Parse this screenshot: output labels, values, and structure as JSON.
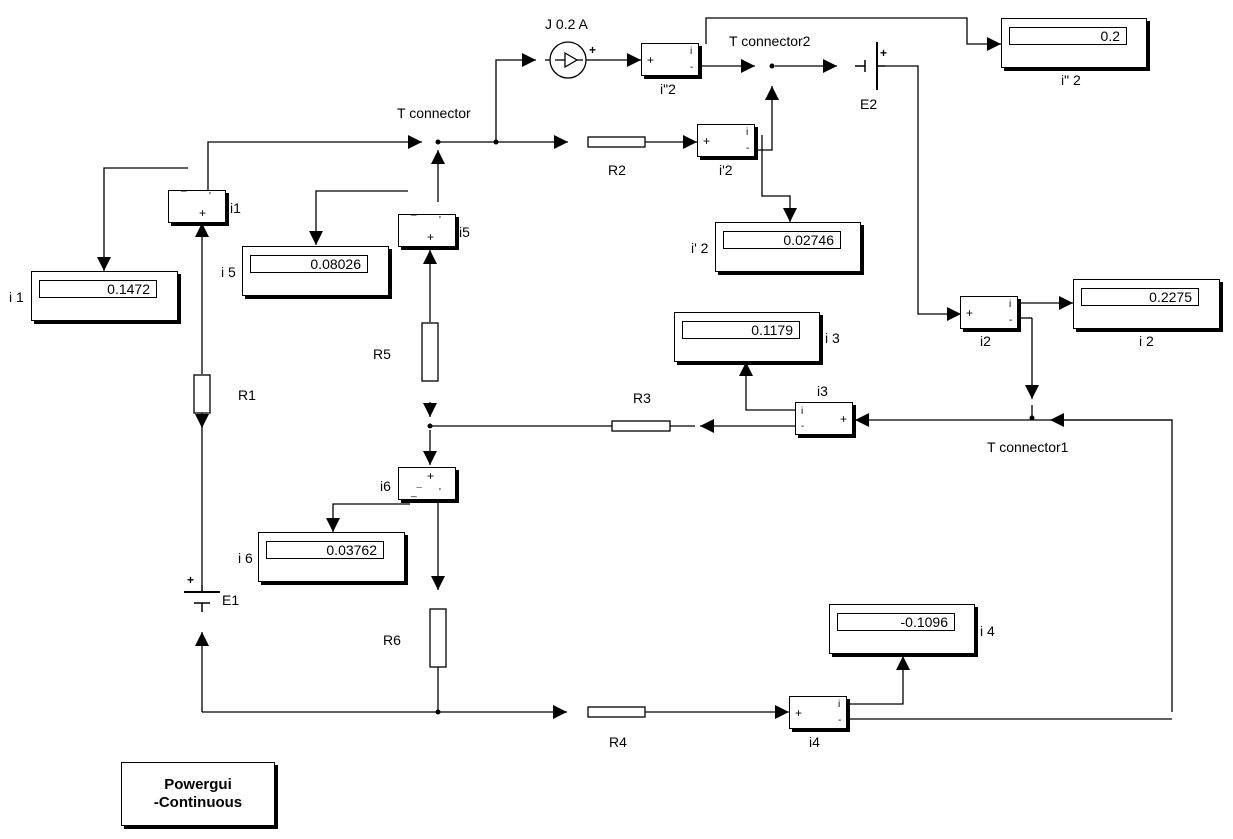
{
  "source": {
    "label": "J 0.2 A"
  },
  "connectors": {
    "t": "T connector",
    "t1": "T connector1",
    "t2": "T connector2"
  },
  "resistors": {
    "r1": "R1",
    "r2": "R2",
    "r3": "R3",
    "r4": "R4",
    "r5": "R5",
    "r6": "R6"
  },
  "batteries": {
    "e1": "E1",
    "e2": "E2"
  },
  "meters": {
    "i1": "i1",
    "i5": "i5",
    "i6": "i6",
    "i3": "i3",
    "i4": "i4",
    "i2": "i2",
    "ip2": "i'2",
    "ipp2": "i\"2"
  },
  "displays": {
    "i1": {
      "label": "i 1",
      "value": "0.1472"
    },
    "i5": {
      "label": "i 5",
      "value": "0.08026"
    },
    "ip2": {
      "label": "i' 2",
      "value": "0.02746"
    },
    "ipp2": {
      "label": "i\" 2",
      "value": "0.2"
    },
    "i2": {
      "label": "i 2",
      "value": "0.2275"
    },
    "i3": {
      "label": "i 3",
      "value": "0.1179"
    },
    "i6": {
      "label": "i 6",
      "value": "0.03762"
    },
    "i4": {
      "label": "i 4",
      "value": "-0.1096"
    }
  },
  "powergui": {
    "line1": "Powergui",
    "line2": "-Continuous"
  }
}
